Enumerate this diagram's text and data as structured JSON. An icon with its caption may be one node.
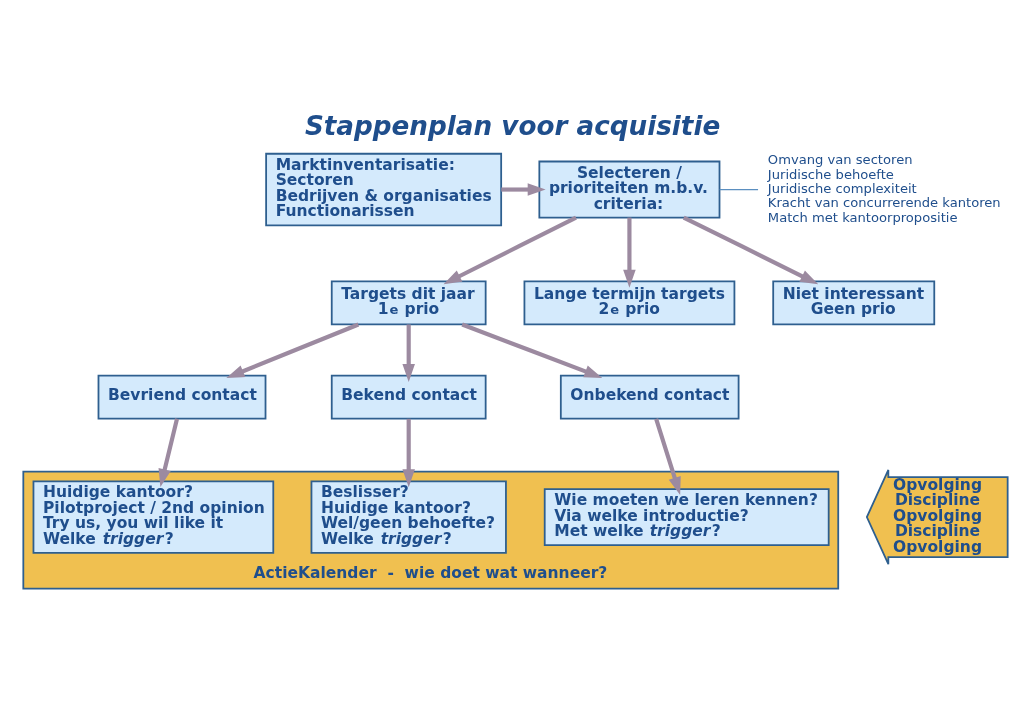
{
  "diagram": {
    "title": "Stappenplan voor acquisitie",
    "nodes": [
      {
        "text": [
          "Marktinventarisatie:",
          "Sectoren",
          "Bedrijven & organisaties",
          "Functionarissen"
        ]
      },
      {
        "text": [
          "Selecteren / prioriteiten m.b.v. criteria:"
        ]
      },
      {
        "text": [
          "Omvang van sectoren",
          "Juridische behoefte",
          "Juridische complexiteit",
          "Kracht van concurrerende kantoren",
          "Match met kantoorpropositie"
        ]
      },
      {
        "text": [
          "Targets dit jaar",
          "1$^{e}$ prio"
        ]
      },
      {
        "text": [
          "Lange termijn targets",
          "2$^{e}$ prio"
        ]
      },
      {
        "text": [
          "Niet interessant",
          "Geen prio"
        ]
      },
      {
        "text": [
          "Bevriend contact"
        ]
      },
      {
        "text": [
          "Bekend contact"
        ]
      },
      {
        "text": [
          "Onbekend contact"
        ]
      },
      {
        "text": [
          "ActieKalender  -  wie doet wat wanneer?"
        ]
      },
      {
        "text": [
          "Huidige kantoor?",
          "Pilotproject / 2nd opinion",
          "Try us, you wil like it",
          "Welke *trigger*?"
        ],
        "in": 9
      },
      {
        "text": [
          "Beslisser?",
          "Huidige kantoor?",
          "Wel/geen behoefte?",
          "Welke *trigger*?"
        ],
        "in": 9
      },
      {
        "text": [
          "Wie moeten we leren kennen?",
          "Via welke introductie?",
          "Met welke *trigger*?"
        ],
        "in": 9
      },
      {
        "text": [
          "Opvolging",
          "Discipline",
          "Opvolging",
          "Discipline",
          "Opvolging"
        ]
      }
    ],
    "edges": [
      {
        "from": 0,
        "to": 1,
        "arrow": "to"
      },
      {
        "from": 1,
        "to": 2,
        "arrow": "none",
        "color": "#5b8fc0"
      },
      {
        "from": 1,
        "to": 3,
        "arrow": "to"
      },
      {
        "from": 1,
        "to": 4,
        "arrow": "to"
      },
      {
        "from": 1,
        "to": 5,
        "arrow": "to"
      },
      {
        "from": 3,
        "to": 6,
        "arrow": "to"
      },
      {
        "from": 3,
        "to": 7,
        "arrow": "to"
      },
      {
        "from": 3,
        "to": 8,
        "arrow": "to"
      },
      {
        "from": 6,
        "to": 10,
        "arrow": "to"
      },
      {
        "from": 7,
        "to": 11,
        "arrow": "to"
      },
      {
        "from": 8,
        "to": 12,
        "arrow": "to"
      }
    ]
  }
}
